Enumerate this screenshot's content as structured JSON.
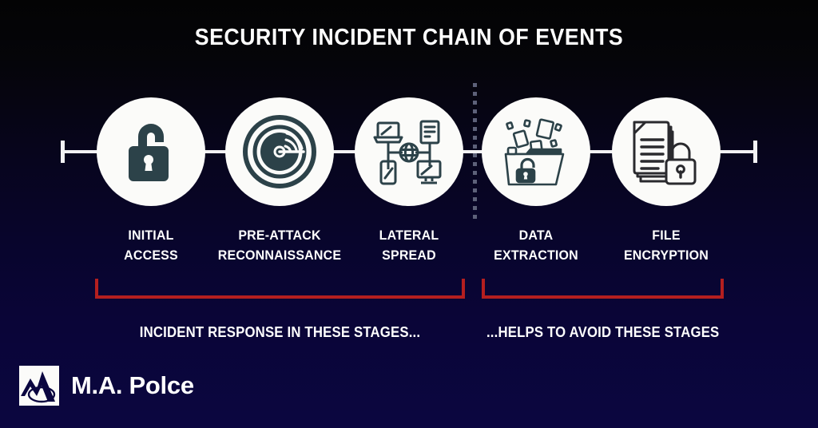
{
  "title": "SECURITY INCIDENT CHAIN OF EVENTS",
  "colors": {
    "background_top": "#030304",
    "background_bottom": "#0b0640",
    "circle_fill": "#fbfbf9",
    "icon_dark": "#2c4249",
    "icon_outline": "#2a2a2e",
    "rail": "#f2f2f4",
    "bracket_red": "#b41f1f",
    "divider_dots": "#5d6179",
    "text": "#ffffff"
  },
  "stages": [
    {
      "id": "initial-access",
      "icon": "open-padlock-icon",
      "label_line1": "INITIAL",
      "label_line2": "ACCESS"
    },
    {
      "id": "pre-attack-reconnaissance",
      "icon": "radar-scan-icon",
      "label_line1": "PRE-ATTACK",
      "label_line2": "RECONNAISSANCE"
    },
    {
      "id": "lateral-spread",
      "icon": "network-topology-icon",
      "label_line1": "LATERAL",
      "label_line2": "SPREAD"
    },
    {
      "id": "data-extraction",
      "icon": "open-folder-unlocked-icon",
      "label_line1": "DATA",
      "label_line2": "EXTRACTION"
    },
    {
      "id": "file-encryption",
      "icon": "locked-documents-icon",
      "label_line1": "FILE",
      "label_line2": "ENCRYPTION"
    }
  ],
  "captions": {
    "left": "INCIDENT RESPONSE IN THESE STAGES...",
    "right": "...HELPS TO AVOID THESE STAGES"
  },
  "logo": {
    "mark": "ma-polce-mountain-mark",
    "text": "M.A. Polce"
  }
}
